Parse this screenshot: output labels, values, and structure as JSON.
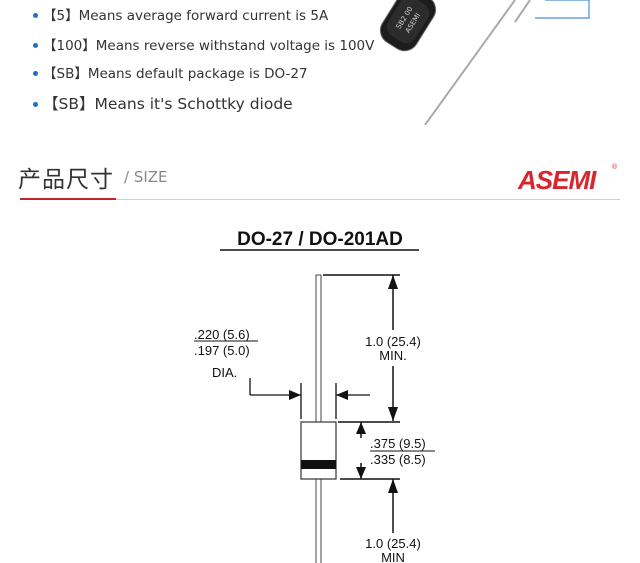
{
  "bullets": [
    {
      "text": "【5】Means average forward current is 5A"
    },
    {
      "text": "【100】Means reverse withstand voltage is 100V"
    },
    {
      "text": "【SB】Means default package is DO-27"
    },
    {
      "text": "【SB】Means it's Schottky diode"
    }
  ],
  "photo": {
    "marking_line1": "SB2 00",
    "marking_line2": "ASEMI"
  },
  "section": {
    "title": "产品尺寸",
    "subtitle": "/ SIZE",
    "logo_text": "ASEMI",
    "logo_mark": "®"
  },
  "diagram": {
    "title": "DO-27 /  DO-201AD",
    "dia_top": ".220 (5.6)",
    "dia_bottom": ".197 (5.0)",
    "dia_label": "DIA.",
    "lead_top": "1.0 (25.4)",
    "lead_top_min": "MIN.",
    "body_top": ".375 (9.5)",
    "body_bottom": ".335 (8.5)",
    "lead_bottom": "1.0 (25.4)",
    "lead_bottom_min": "MIN"
  },
  "colors": {
    "bullet": "#1f73c6",
    "accent": "#c0262c",
    "logo": "#d7262e"
  }
}
